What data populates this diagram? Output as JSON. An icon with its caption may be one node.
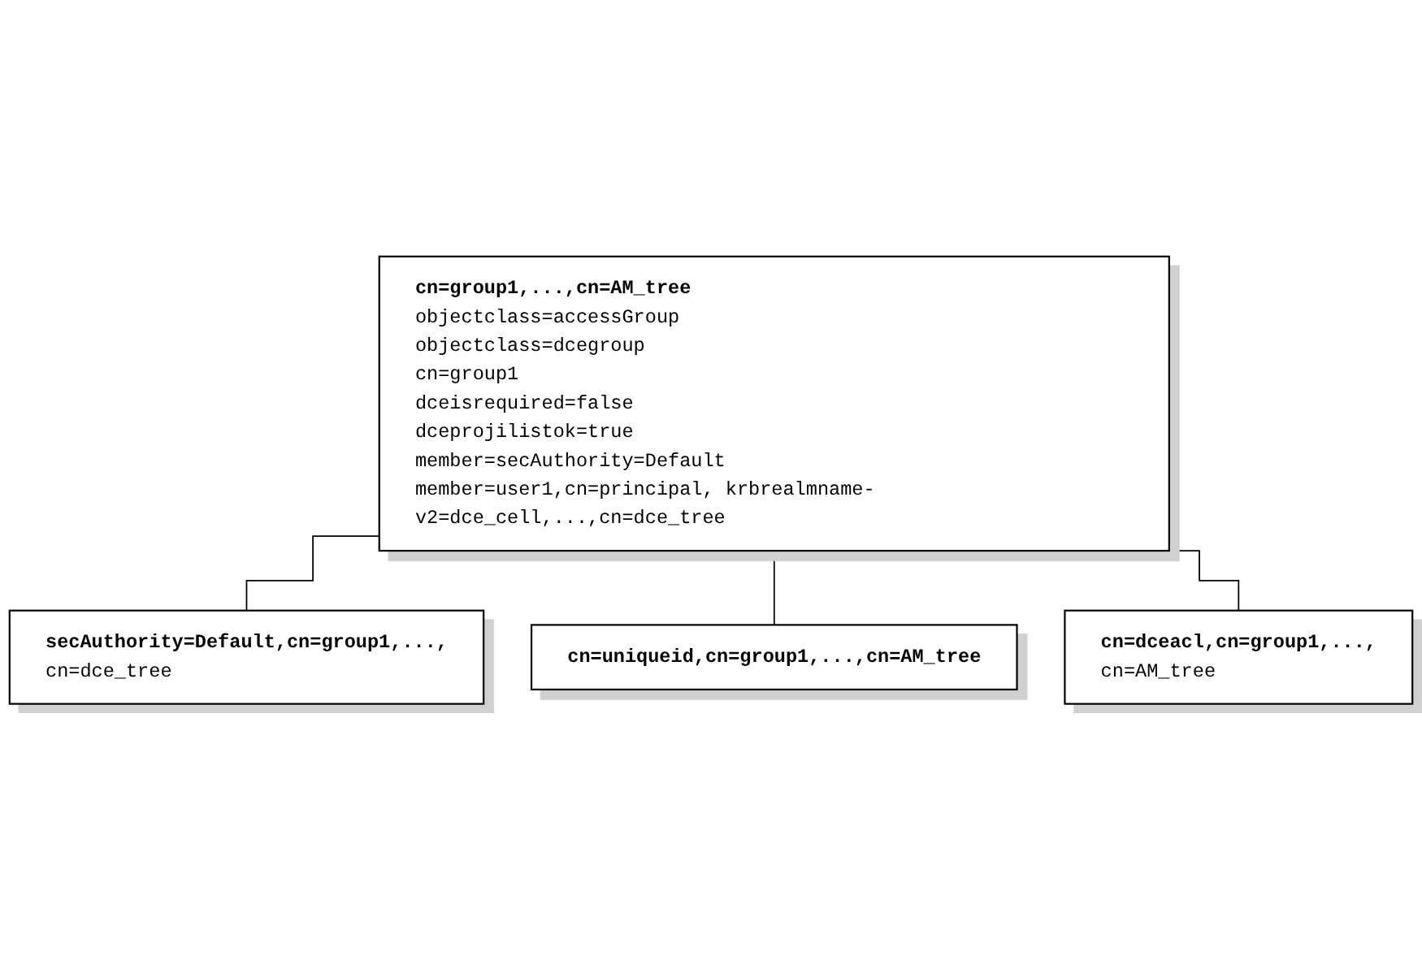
{
  "diagram": {
    "nodes": [
      {
        "text": [
          "cn=group1,...,cn=AM_tree",
          "objectclass=accessGroup",
          "objectclass=dcegroup",
          "cn=group1",
          "dceisrequired=false",
          "dceprojilistok=true",
          "member=secAuthority=Default",
          "member=user1,cn=principal, krbrealmname-v2=dce_cell,...,cn=dce_tree"
        ]
      },
      {
        "text": [
          "secAuthority=Default,cn=group1,...,",
          "cn=dce_tree"
        ]
      },
      {
        "text": [
          "cn=dceacl,cn=group1,...,",
          "cn=AM_tree"
        ]
      },
      {
        "text": [
          "cn=uniqueid,cn=group1,...,cn=AM_tree"
        ]
      }
    ],
    "edges": [
      {
        "from": 0,
        "to": 1,
        "arrow": "none"
      },
      {
        "from": 0,
        "to": 3,
        "arrow": "none"
      },
      {
        "from": 0,
        "to": 2,
        "arrow": "none"
      }
    ]
  }
}
